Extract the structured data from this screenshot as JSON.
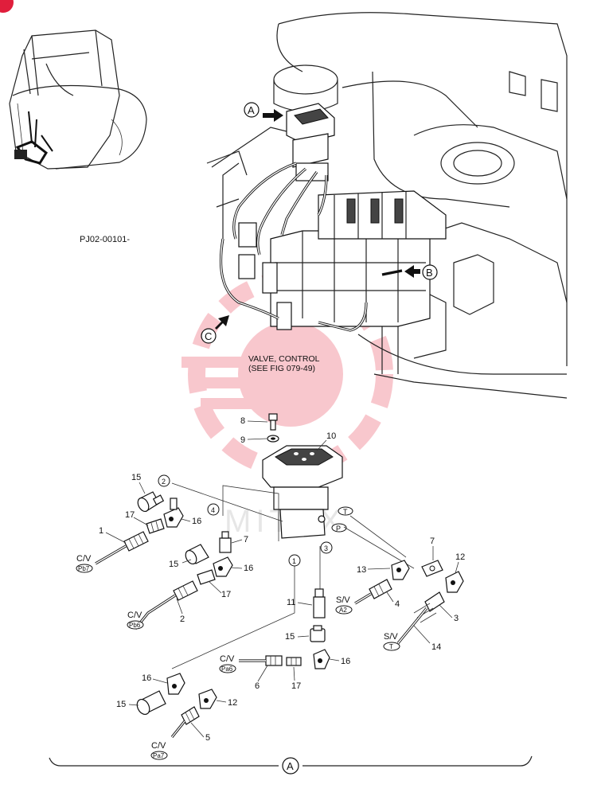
{
  "badge": {
    "color": "#e01e3c"
  },
  "watermark": {
    "text": "MITEX",
    "color": "#e8384f"
  },
  "figure_code": "PJ02-00101-",
  "views": {
    "a": "A",
    "b": "B",
    "c": "C"
  },
  "valve_note": {
    "line1": "VALVE, CONTROL",
    "line2": "(SEE FIG 079-49)"
  },
  "circled": {
    "n1": "1",
    "n2": "2",
    "n3": "3",
    "n4": "4",
    "p": "P",
    "t": "T"
  },
  "callouts": {
    "c1": "1",
    "c2": "2",
    "c3": "3",
    "c4": "4",
    "c5": "5",
    "c6": "6",
    "c7a": "7",
    "c7b": "7",
    "c8": "8",
    "c9": "9",
    "c10": "10",
    "c11": "11",
    "c12a": "12",
    "c12b": "12",
    "c13": "13",
    "c14": "14",
    "c15a": "15",
    "c15b": "15",
    "c15c": "15",
    "c15d": "15",
    "c16a": "16",
    "c16b": "16",
    "c16c": "16",
    "c16d": "16",
    "c17a": "17",
    "c17b": "17",
    "c17c": "17"
  },
  "connections": {
    "cv_pb7": {
      "label": "C/V",
      "port": "Pb7"
    },
    "cv_pb6": {
      "label": "C/V",
      "port": "Pb6"
    },
    "cv_pa6": {
      "label": "C/V",
      "port": "Pa6"
    },
    "cv_pa7": {
      "label": "C/V",
      "port": "Pa7"
    },
    "sv_a2": {
      "label": "S/V",
      "port": "A2"
    },
    "sv_t": {
      "label": "S/V",
      "port": "T"
    }
  },
  "bottom_view": "A"
}
